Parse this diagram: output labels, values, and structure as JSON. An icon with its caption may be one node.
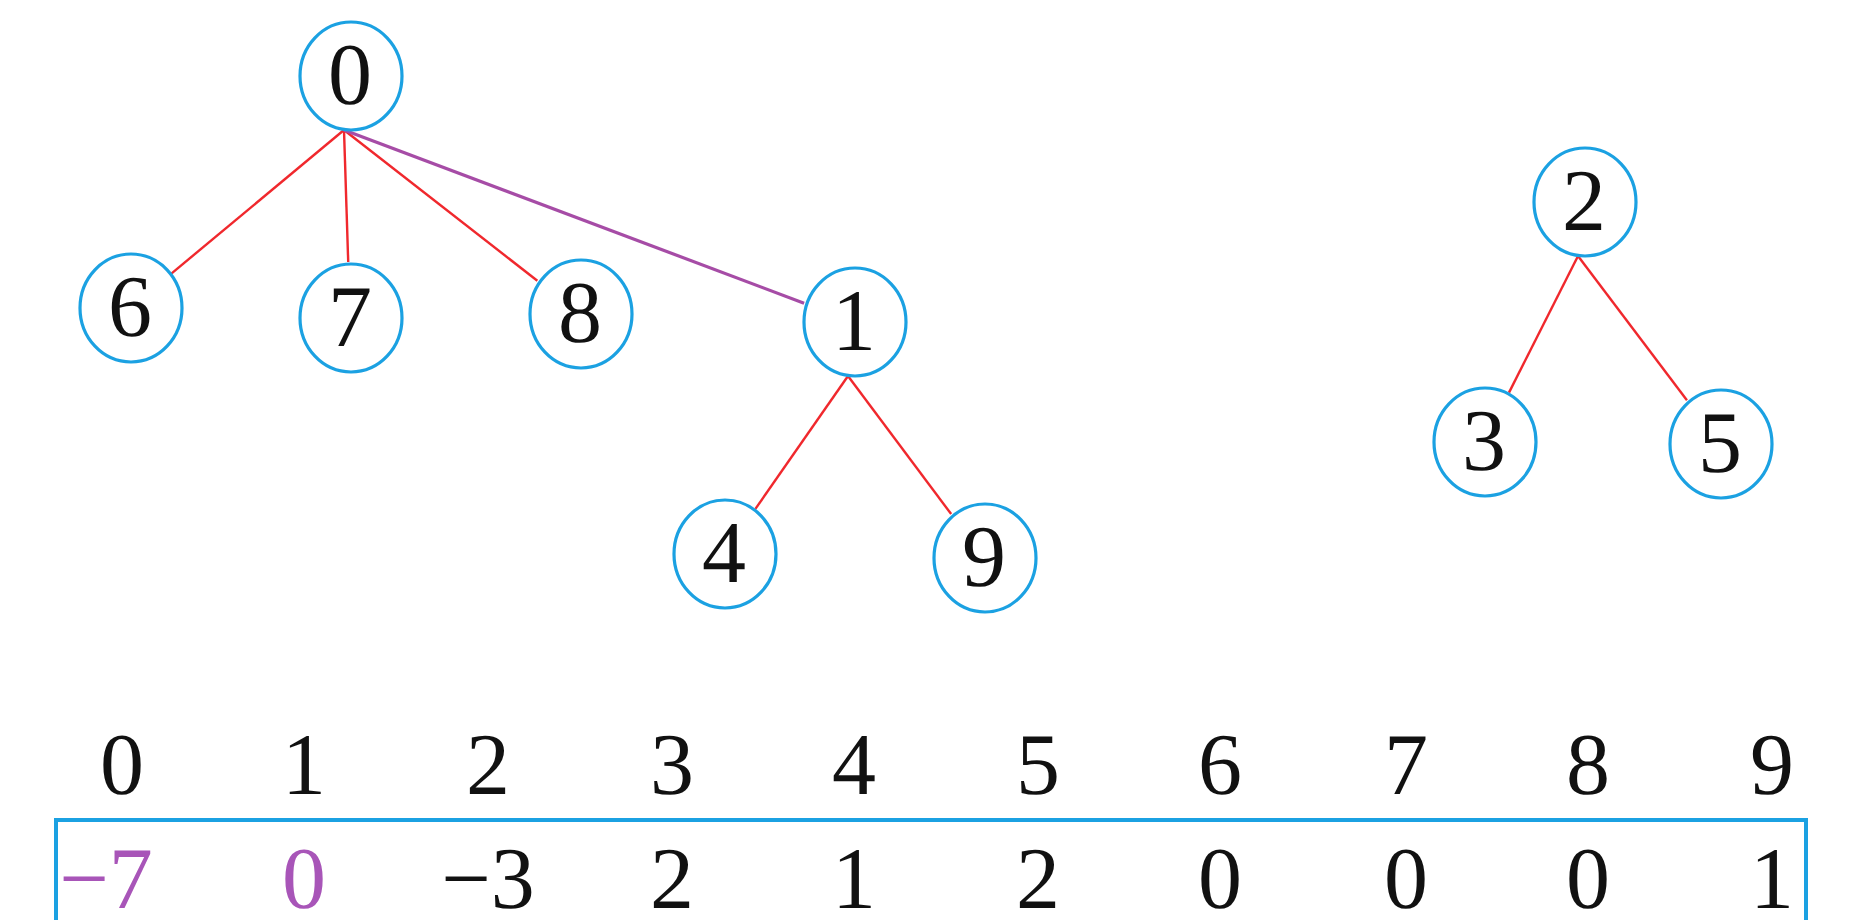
{
  "diagram": {
    "nodes": [
      {
        "text": [
          "0"
        ]
      },
      {
        "text": [
          "2"
        ]
      },
      {
        "text": [
          "6"
        ]
      },
      {
        "text": [
          "7"
        ]
      },
      {
        "text": [
          "8"
        ]
      },
      {
        "text": [
          "1"
        ]
      },
      {
        "text": [
          "3"
        ]
      },
      {
        "text": [
          "5"
        ]
      },
      {
        "text": [
          "4"
        ]
      },
      {
        "text": [
          "9"
        ]
      }
    ],
    "edges": [
      {
        "from": 0,
        "to": 2,
        "arrow": "none"
      },
      {
        "from": 0,
        "to": 3,
        "arrow": "none"
      },
      {
        "from": 0,
        "to": 4,
        "arrow": "none"
      },
      {
        "from": 0,
        "to": 5,
        "arrow": "none",
        "color": "#a64ca6"
      },
      {
        "from": 1,
        "to": 6,
        "arrow": "none"
      },
      {
        "from": 1,
        "to": 7,
        "arrow": "none"
      },
      {
        "from": 5,
        "to": 8,
        "arrow": "none"
      },
      {
        "from": 5,
        "to": 9,
        "arrow": "none"
      }
    ],
    "labels": [
      "0",
      "1",
      "2",
      "3",
      "4",
      "5",
      "6",
      "7",
      "8",
      "9",
      "−7",
      "0",
      "−3",
      "2",
      "1",
      "2",
      "0",
      "0",
      "0",
      "1"
    ]
  }
}
